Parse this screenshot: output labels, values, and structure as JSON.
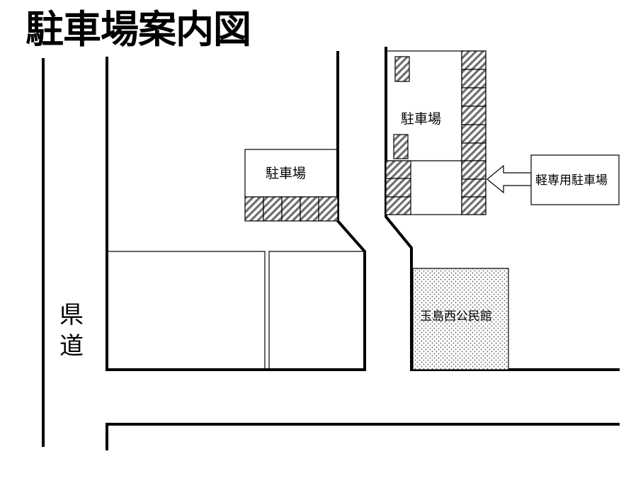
{
  "title": "駐車場案内図",
  "road_label_char1": "県",
  "road_label_char2": "道",
  "labels": {
    "parking_a": "駐車場",
    "parking_b": "駐車場",
    "kei_parking": "軽専用駐車場",
    "hall": "玉島西公民館"
  },
  "colors": {
    "line": "#000000",
    "hatch": "#6e6e6e",
    "dots": "#555555",
    "background": "#ffffff"
  }
}
